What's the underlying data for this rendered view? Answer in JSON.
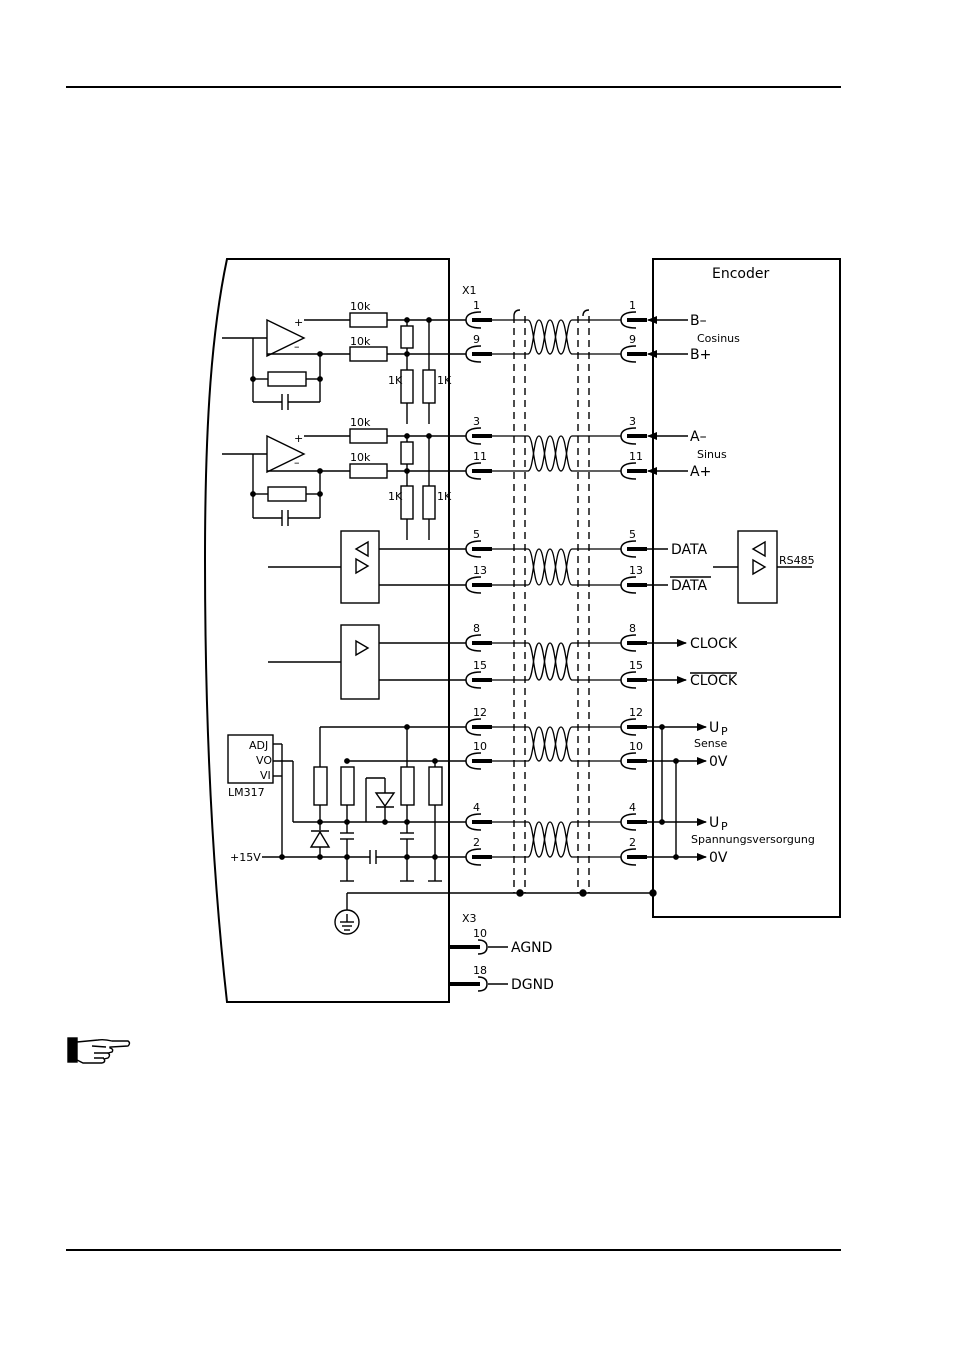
{
  "labels": {
    "encoder": "Encoder",
    "x1": "X1",
    "x3": "X3",
    "r10k": "10k",
    "r1k": "1K",
    "plus": "+",
    "minus": "–",
    "cosinus": "Cosinus",
    "sinus": "Sinus",
    "rs485": "RS485",
    "sense": "Sense",
    "supply": "Spannungsversorgung",
    "lm317": "LM317",
    "adj": "ADJ",
    "vo": "VO",
    "vi": "VI",
    "v15": "+15V",
    "agnd": "AGND",
    "dgnd": "DGND",
    "up": "U",
    "up_sub": "P"
  },
  "pins": [
    "1",
    "9",
    "3",
    "11",
    "5",
    "13",
    "8",
    "15",
    "12",
    "10",
    "4",
    "2"
  ],
  "x3_pins": [
    "10",
    "18"
  ],
  "signals": [
    "B–",
    "B+",
    "A–",
    "A+",
    "DATA",
    "DATA",
    "CLOCK",
    "CLOCK",
    "U",
    "0V",
    "U",
    "0V"
  ],
  "icons": {
    "note": "pointing-hand-icon"
  }
}
